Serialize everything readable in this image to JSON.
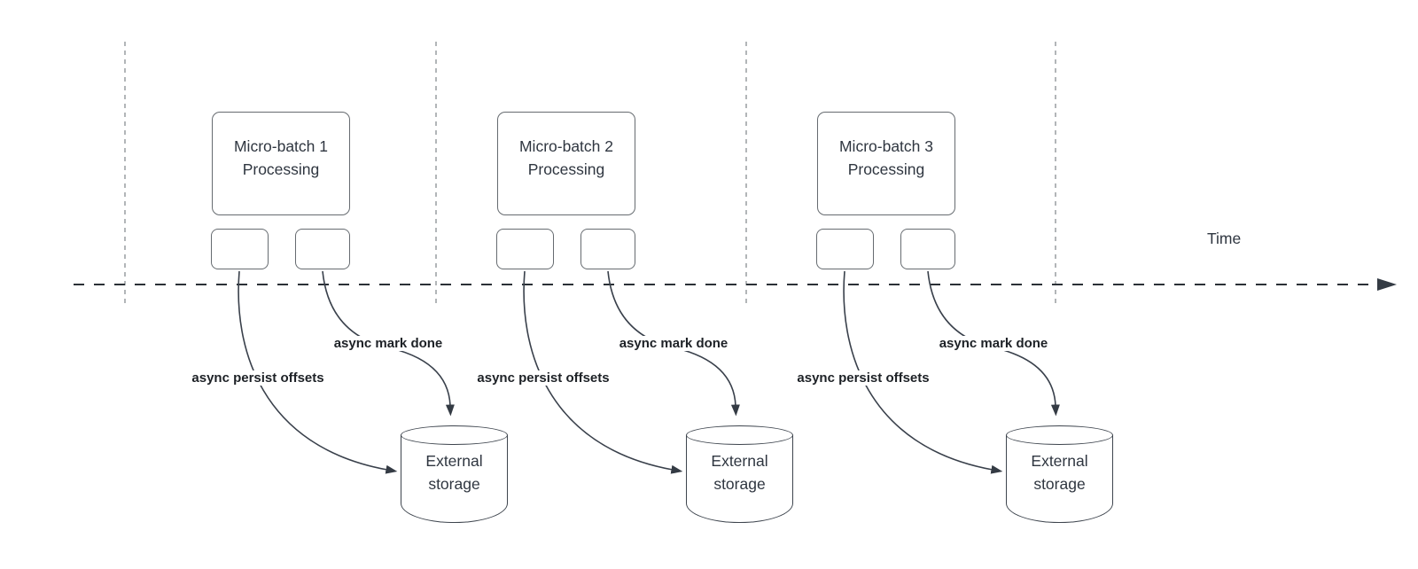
{
  "colors": {
    "background": "#ffffff",
    "ink_text": "#2f3640",
    "bold_label_text": "#1d2126",
    "timeline_stroke": "#2b3036",
    "grid_dash_stroke": "#9fa3a7",
    "arrow_stroke": "#39404b",
    "box_border": "#666b70",
    "cylinder_border": "#3e454e"
  },
  "time_axis": {
    "label": "Time"
  },
  "batches": [
    {
      "box": {
        "line1": "Micro-batch 1",
        "line2": "Processing"
      },
      "arrows": {
        "persist": "async persist offsets",
        "done": "async mark done"
      },
      "storage": {
        "line1": "External",
        "line2": "storage"
      }
    },
    {
      "box": {
        "line1": "Micro-batch 2",
        "line2": "Processing"
      },
      "arrows": {
        "persist": "async persist offsets",
        "done": "async mark done"
      },
      "storage": {
        "line1": "External",
        "line2": "storage"
      }
    },
    {
      "box": {
        "line1": "Micro-batch 3",
        "line2": "Processing"
      },
      "arrows": {
        "persist": "async persist offsets",
        "done": "async mark done"
      },
      "storage": {
        "line1": "External",
        "line2": "storage"
      }
    }
  ]
}
